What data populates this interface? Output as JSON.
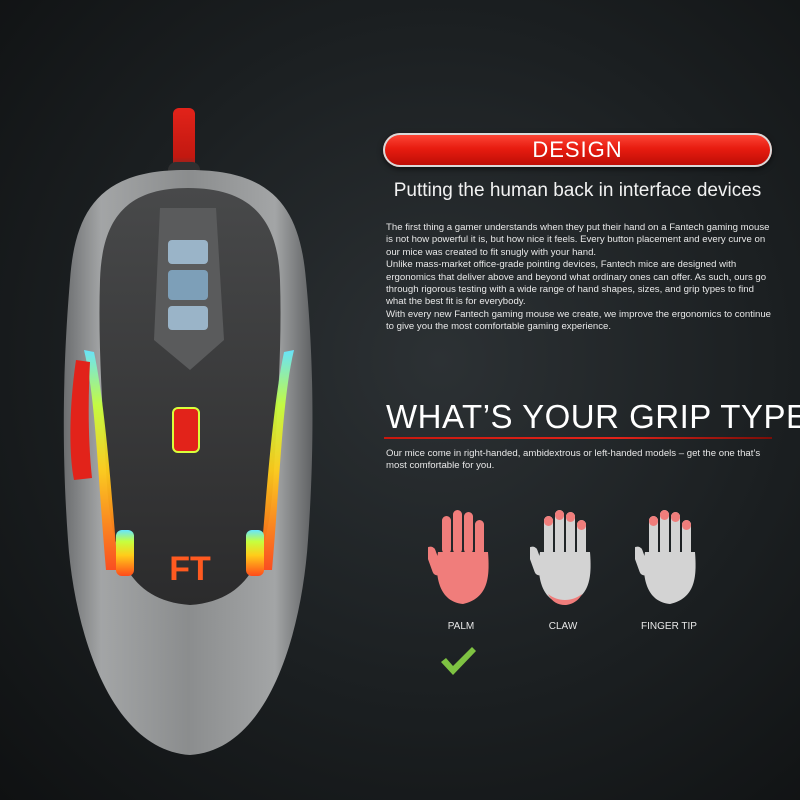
{
  "design": {
    "banner_label": "DESIGN",
    "subtitle": "Putting the human back in interface devices",
    "paragraphs": [
      "The first thing a gamer understands when they put their hand on a Fantech gaming mouse is not how powerful it is, but how nice it feels. Every button placement and every curve on our mice was created to fit snugly with your hand.",
      "Unlike mass-market office-grade pointing devices, Fantech mice are designed with ergonomics that deliver above and beyond what ordinary ones can offer. As such, ours go through rigorous testing with a wide range of hand shapes, sizes, and grip types to find what the best fit is for everybody.",
      "With every new Fantech gaming mouse we create, we improve the ergonomics to continue to give you the most comfortable gaming experience."
    ]
  },
  "grip": {
    "title": "WHAT’S YOUR GRIP TYPE?",
    "description": "Our mice come in right-handed, ambidextrous or left-handed models – get the one that’s most comfortable for you.",
    "types": [
      {
        "label": "PALM",
        "icon": "palm-grip-hand-icon"
      },
      {
        "label": "CLAW",
        "icon": "claw-grip-hand-icon"
      },
      {
        "label": "FINGER TIP",
        "icon": "finger-tip-grip-hand-icon"
      }
    ],
    "selected_icon": "checkmark-icon"
  },
  "colors": {
    "accent_red": "#e2231a",
    "highlight_pink": "#f07d7b",
    "check_green": "#7ec242",
    "mouse_shell": "#8a8c8d",
    "mouse_top": "#3a3a3b"
  },
  "product_image": {
    "icon": "fantech-gaming-mouse-image"
  }
}
